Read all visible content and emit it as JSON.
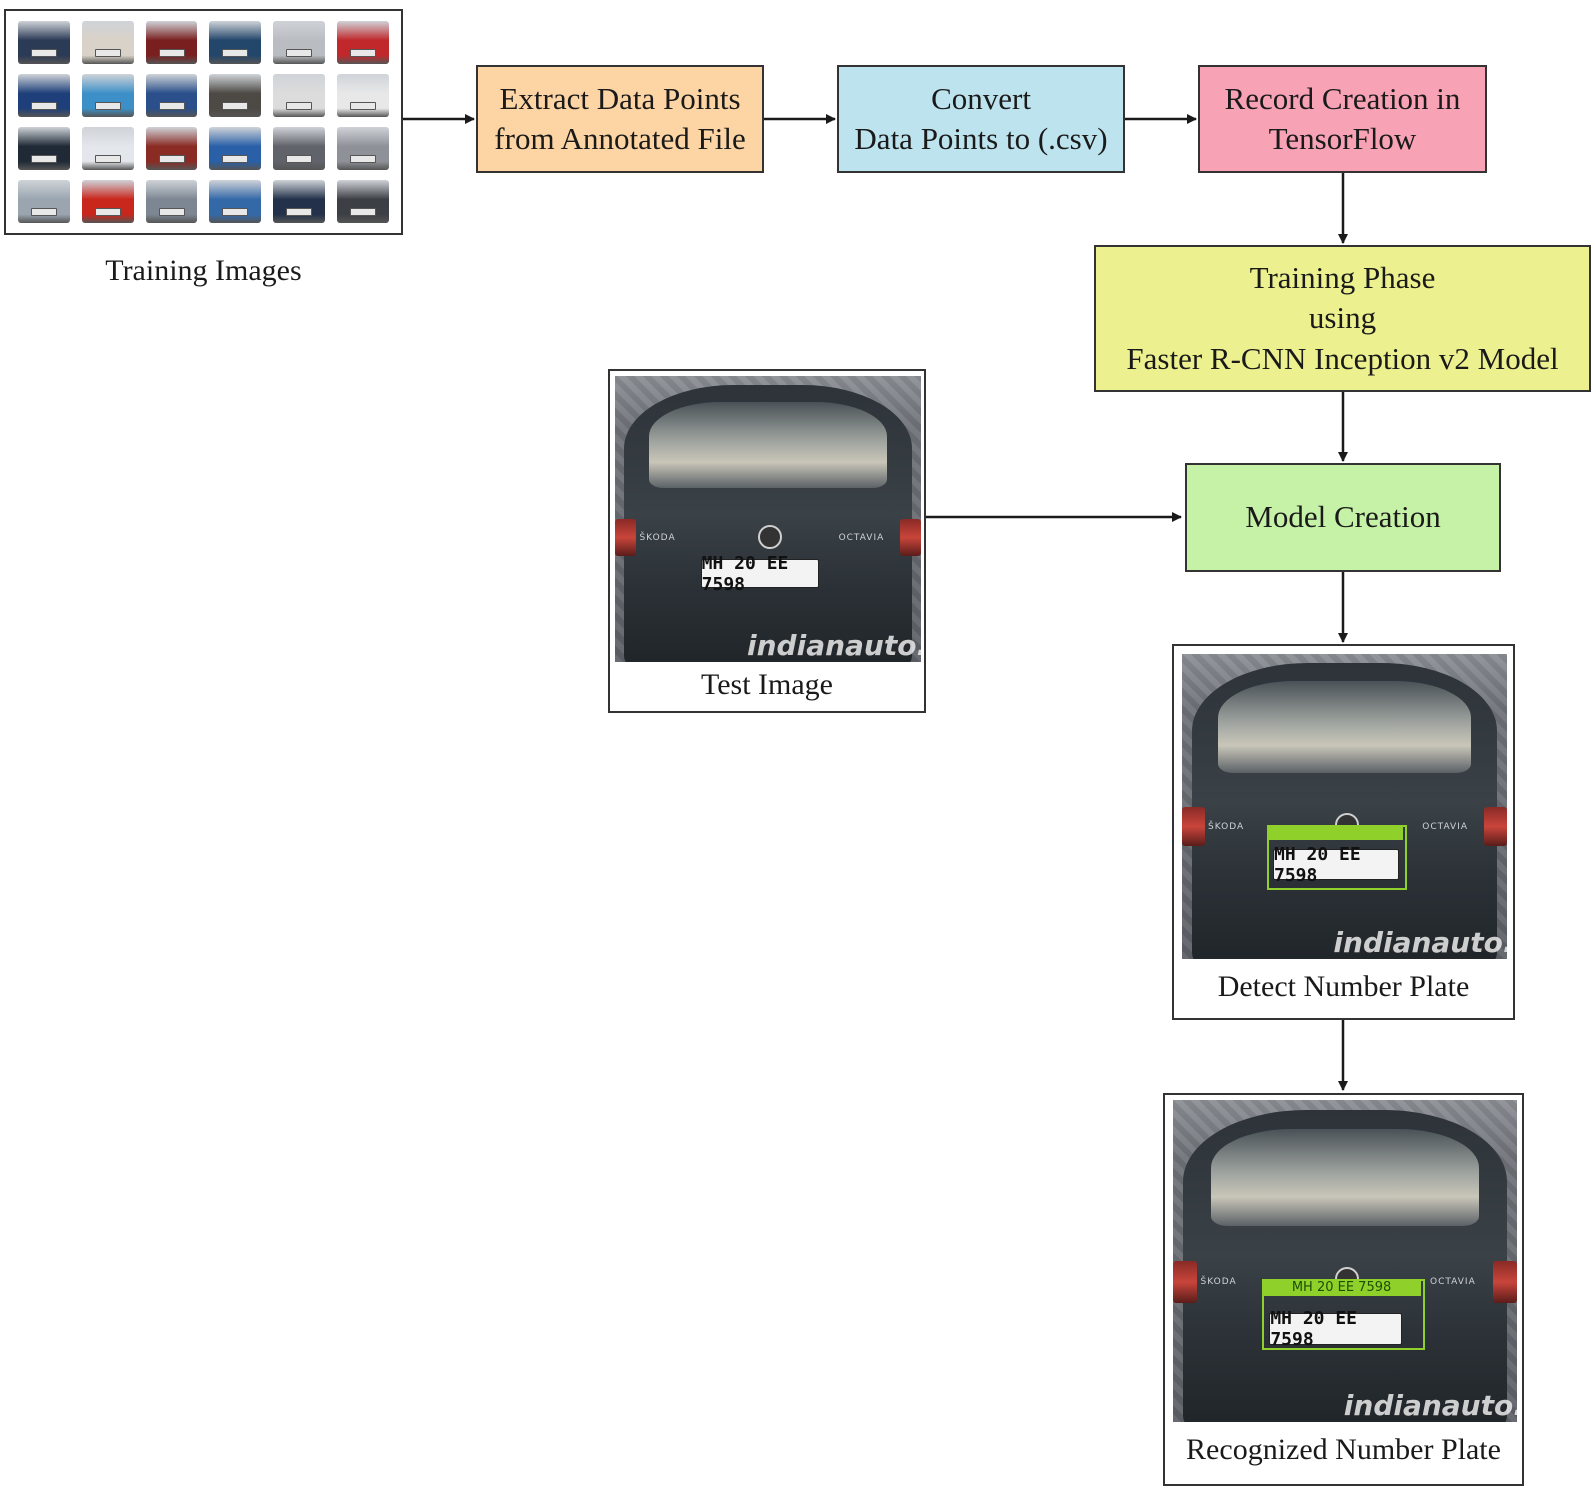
{
  "training": {
    "caption": "Training Images"
  },
  "steps": [
    {
      "id": "extract",
      "lines": [
        "Extract Data Points",
        "from Annotated File"
      ],
      "color": "#fdd4a3"
    },
    {
      "id": "convert",
      "lines": [
        "Convert",
        "Data Points to (.csv)"
      ],
      "color": "#bde3ee"
    },
    {
      "id": "record",
      "lines": [
        "Record Creation in",
        "TensorFlow"
      ],
      "color": "#f7a2b5"
    },
    {
      "id": "training-phase",
      "lines": [
        "Training Phase",
        "using",
        "Faster R-CNN Inception v2 Model"
      ],
      "color": "#ecf08e"
    },
    {
      "id": "model-creation",
      "lines": [
        "Model  Creation"
      ],
      "color": "#c6f2a7"
    }
  ],
  "test_image": {
    "caption": "Test Image",
    "plate": "MH 20 EE 7598",
    "watermark": "indianauto.",
    "brand_left": "ŠKODA",
    "brand_right": "OCTAVIA"
  },
  "detect": {
    "caption": "Detect Number Plate",
    "plate": "MH 20 EE 7598",
    "watermark": "indianauto.",
    "brand_left": "ŠKODA",
    "brand_right": "OCTAVIA"
  },
  "recognized": {
    "caption": "Recognized  Number Plate",
    "plate": "MH 20 EE 7598",
    "label": "MH 20 EE 7598",
    "watermark": "indianauto.",
    "brand_left": "ŠKODA",
    "brand_right": "OCTAVIA"
  },
  "thumb_colors": [
    "#2b3a55",
    "#d9d2c8",
    "#7a1f1f",
    "#23466b",
    "#b9bcc0",
    "#c0282b",
    "#1e3f7a",
    "#3d90c7",
    "#2a4f8a",
    "#4d4a45",
    "#dcdcdc",
    "#e8e8e8",
    "#1f2a36",
    "#e3e6ea",
    "#8a2b24",
    "#2960a8",
    "#60646a",
    "#8e9298",
    "#9aa5b0",
    "#c9261c",
    "#7d8793",
    "#3469a8",
    "#23324a",
    "#3c3f44"
  ]
}
